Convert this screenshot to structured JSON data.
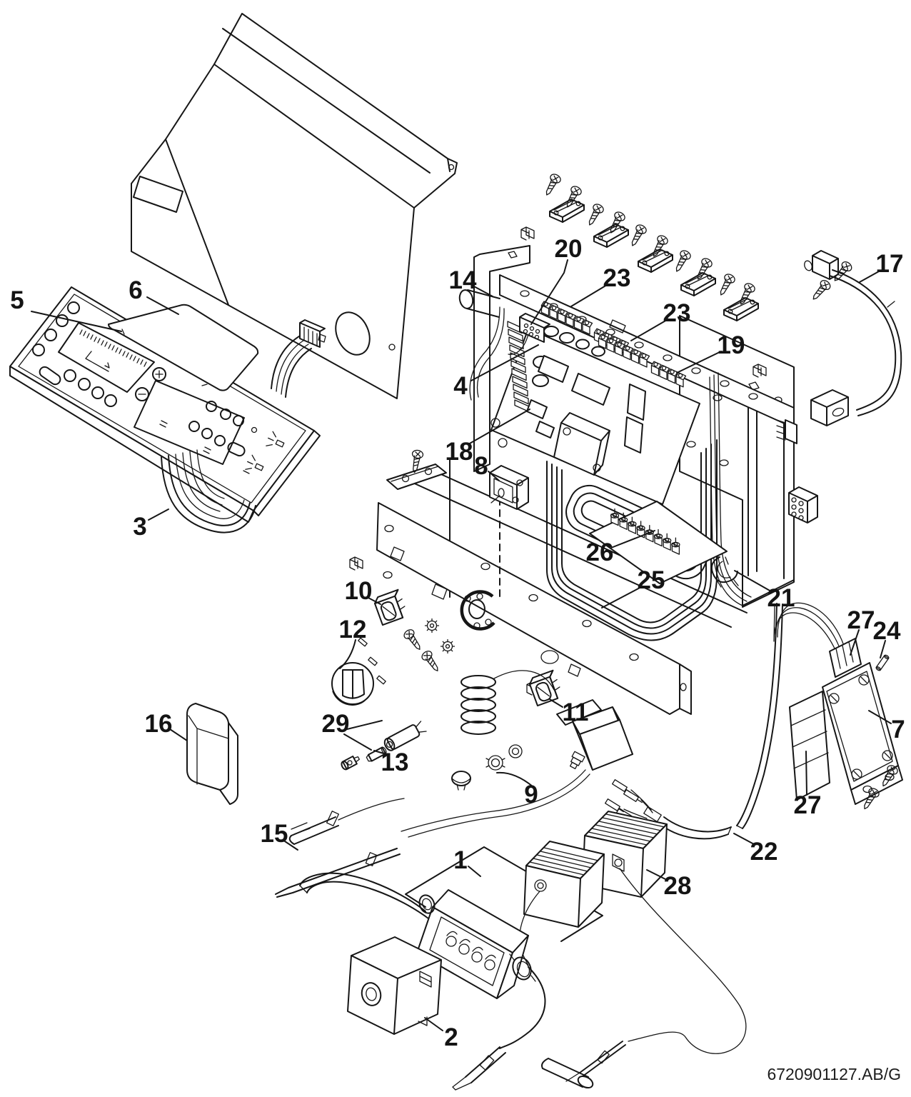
{
  "diagram": {
    "doc_number": "6720901127.AB/G",
    "colors": {
      "ink": "#161616",
      "paper": "#ffffff"
    },
    "callouts": [
      {
        "label": "1"
      },
      {
        "label": "2"
      },
      {
        "label": "3"
      },
      {
        "label": "4"
      },
      {
        "label": "5"
      },
      {
        "label": "6"
      },
      {
        "label": "7"
      },
      {
        "label": "8"
      },
      {
        "label": "9"
      },
      {
        "label": "10"
      },
      {
        "label": "11"
      },
      {
        "label": "12"
      },
      {
        "label": "13"
      },
      {
        "label": "14"
      },
      {
        "label": "15"
      },
      {
        "label": "16"
      },
      {
        "label": "17"
      },
      {
        "label": "18"
      },
      {
        "label": "19"
      },
      {
        "label": "20"
      },
      {
        "label": "21"
      },
      {
        "label": "22"
      },
      {
        "label": "23"
      },
      {
        "label": "23"
      },
      {
        "label": "24"
      },
      {
        "label": "25"
      },
      {
        "label": "26"
      },
      {
        "label": "27"
      },
      {
        "label": "27"
      },
      {
        "label": "28"
      },
      {
        "label": "29"
      }
    ]
  }
}
